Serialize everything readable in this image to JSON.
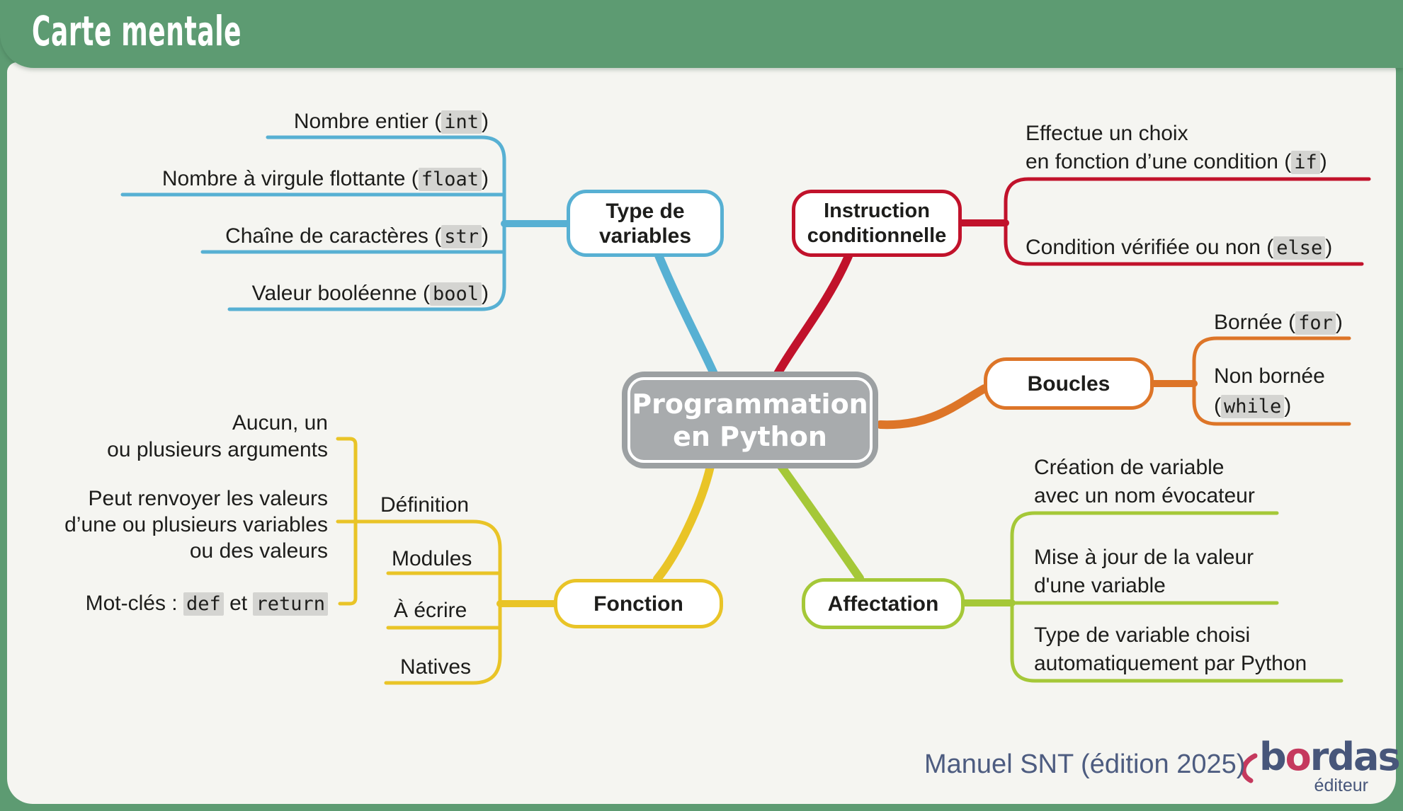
{
  "header": {
    "title": "Carte mentale"
  },
  "center": {
    "line1": "Programmation",
    "line2": "en Python"
  },
  "branches": {
    "variables": {
      "label_line1": "Type de",
      "label_line2": "variables",
      "color": "#57b0d3",
      "leaves": [
        {
          "pre": "Nombre entier (",
          "code": "int",
          "post": ")"
        },
        {
          "pre": "Nombre à virgule flottante (",
          "code": "float",
          "post": ")"
        },
        {
          "pre": "Chaîne de caractères (",
          "code": "str",
          "post": ")"
        },
        {
          "pre": "Valeur booléenne (",
          "code": "bool",
          "post": ")"
        }
      ]
    },
    "conditionnelle": {
      "label_line1": "Instruction",
      "label_line2": "conditionnelle",
      "color": "#c1122b",
      "leaves": [
        {
          "line1": "Effectue un choix",
          "line2_pre": "en fonction d’une condition (",
          "code": "if",
          "post": ")"
        },
        {
          "pre": "Condition vérifiée ou non (",
          "code": "else",
          "post": ")"
        }
      ]
    },
    "boucles": {
      "label": "Boucles",
      "color": "#dd7528",
      "leaves": [
        {
          "pre": "Bornée (",
          "code": "for",
          "post": ")"
        },
        {
          "line1": "Non bornée",
          "line2_pre": "(",
          "code": "while",
          "post": ")"
        }
      ]
    },
    "affectation": {
      "label": "Affectation",
      "color": "#a5c838",
      "leaves": [
        {
          "line1": "Création de variable",
          "line2": "avec un nom évocateur"
        },
        {
          "line1": "Mise à jour de la valeur",
          "line2": "d'une variable"
        },
        {
          "line1": "Type de variable choisi",
          "line2": "automatiquement par Python"
        }
      ]
    },
    "fonction": {
      "label": "Fonction",
      "color": "#e9c427",
      "subitems": [
        "Définition",
        "Modules",
        "À écrire",
        "Natives"
      ],
      "definition_leaves": [
        {
          "line1": "Aucun, un",
          "line2": "ou plusieurs arguments"
        },
        {
          "line1": "Peut renvoyer les valeurs",
          "line2": "d’une ou plusieurs variables",
          "line3": "ou des valeurs"
        },
        {
          "pre": "Mot-clés : ",
          "code1": "def",
          "mid": " et ",
          "code2": "return"
        }
      ]
    }
  },
  "footer": {
    "credit": "Manuel SNT (édition 2025)",
    "logo_b": "b",
    "logo_o": "o",
    "logo_rdas": "rdas",
    "logo_sub": "éditeur"
  },
  "palette": {
    "frame_green": "#5d9b72",
    "panel_bg": "#f5f5f1",
    "text_ink": "#1d1d1b",
    "code_bg": "#d4d4d1",
    "center_fill": "#a8abad",
    "center_ring": "#9ca0a2",
    "credit_blue": "#4d5c80",
    "bordas_blue": "#47567a",
    "bordas_pink": "#c5395e"
  }
}
